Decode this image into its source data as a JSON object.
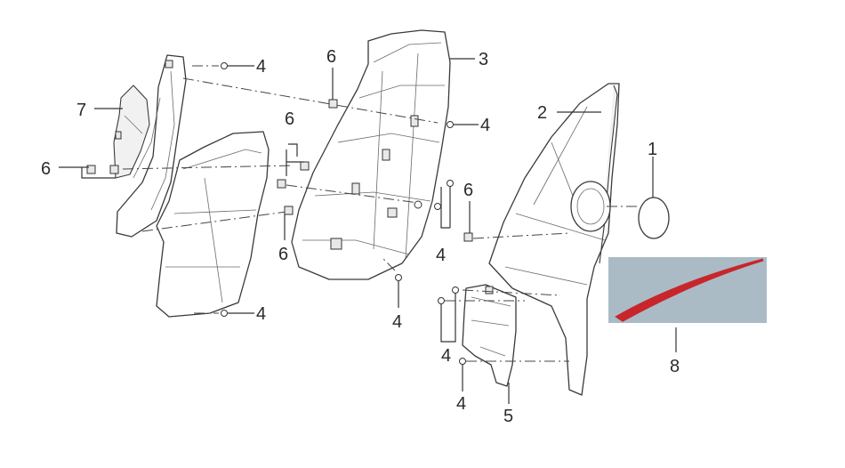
{
  "callouts": {
    "c1": "1",
    "c2": "2",
    "c3": "3",
    "c4a": "4",
    "c4b": "4",
    "c4c": "4",
    "c4d": "4",
    "c4e": "4",
    "c4f": "4",
    "c4g": "4",
    "c5": "5",
    "c6a": "6",
    "c6b": "6",
    "c6c": "6",
    "c6d": "6",
    "c6e": "6",
    "c7": "7",
    "c8": "8"
  },
  "colors": {
    "decal_background": "#aabbc6",
    "decal_stripe": "#c8262b"
  }
}
